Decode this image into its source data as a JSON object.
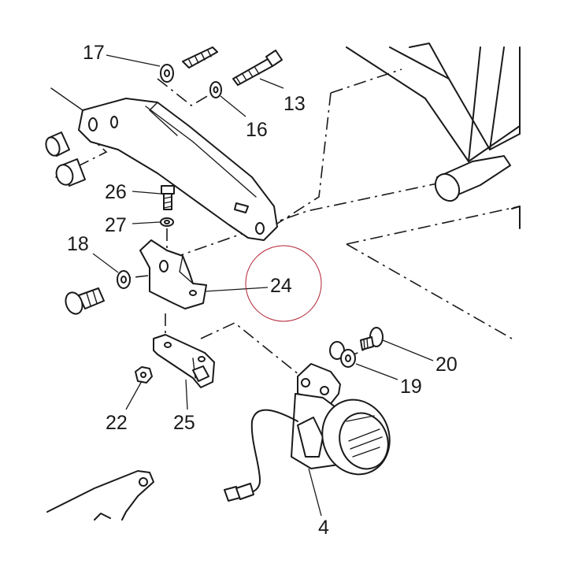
{
  "callouts": {
    "p17": "17",
    "p13": "13",
    "p16": "16",
    "p26": "26",
    "p27": "27",
    "p18": "18",
    "p24": "24",
    "p20": "20",
    "p19": "19",
    "p22": "22",
    "p25": "25",
    "p4": "4"
  },
  "highlight_color": "#b22234",
  "line_color": "#1a1a1a"
}
